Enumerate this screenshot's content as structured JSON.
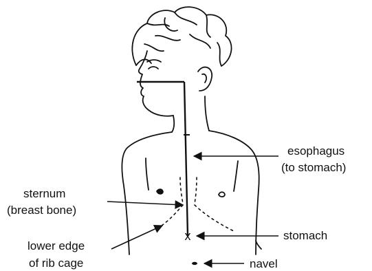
{
  "colors": {
    "ink": "#111111",
    "background": "#ffffff"
  },
  "labels": {
    "esophagus_line1": "esophagus",
    "esophagus_line2": "(to stomach)",
    "sternum_line1": "sternum",
    "sternum_line2": "(breast bone)",
    "stomach": "stomach",
    "rib_line1": "lower edge",
    "rib_line2": "of rib cage",
    "navel": "navel"
  },
  "markers": {
    "stomach_mark": "x"
  }
}
